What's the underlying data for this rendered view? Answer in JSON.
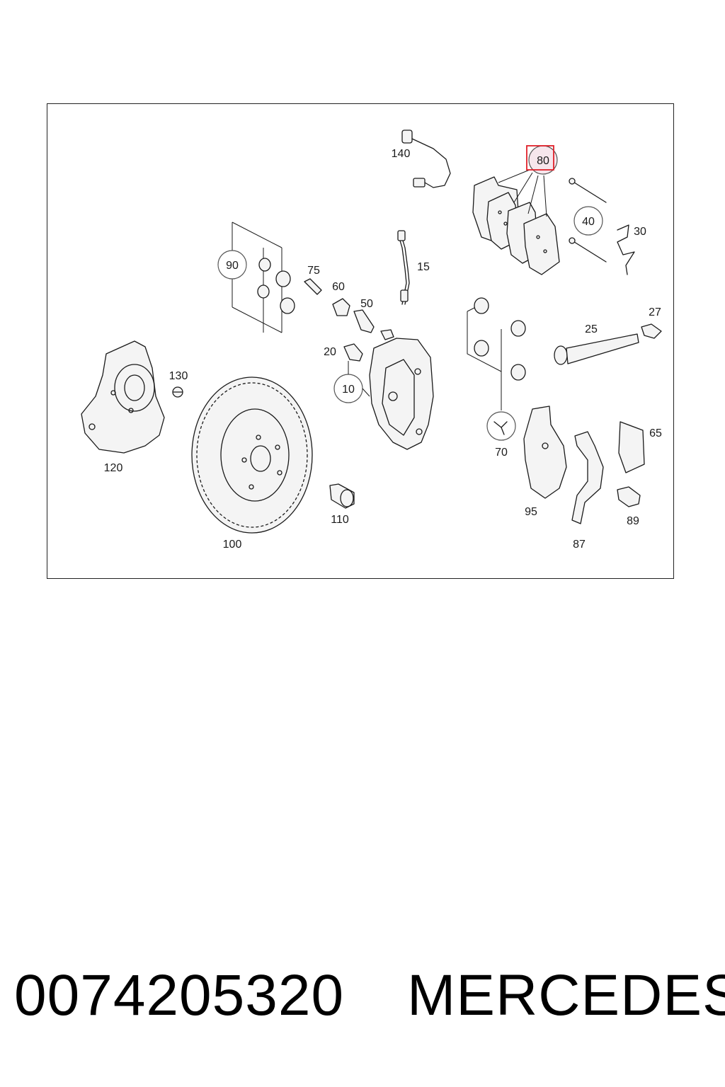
{
  "diagram": {
    "callouts": {
      "c10": "10",
      "c15": "15",
      "c20": "20",
      "c25": "25",
      "c27": "27",
      "c30": "30",
      "c40": "40",
      "c50": "50",
      "c60": "60",
      "c65": "65",
      "c70": "70",
      "c75": "75",
      "c80": "80",
      "c87": "87",
      "c89": "89",
      "c90": "90",
      "c95": "95",
      "c100": "100",
      "c110": "110",
      "c120": "120",
      "c130": "130",
      "c140": "140"
    },
    "highlight_color": "#e0202a",
    "highlight_fill": "#f6e6ec"
  },
  "footer": {
    "part_number": "0074205320",
    "brand": "MERCEDES"
  }
}
